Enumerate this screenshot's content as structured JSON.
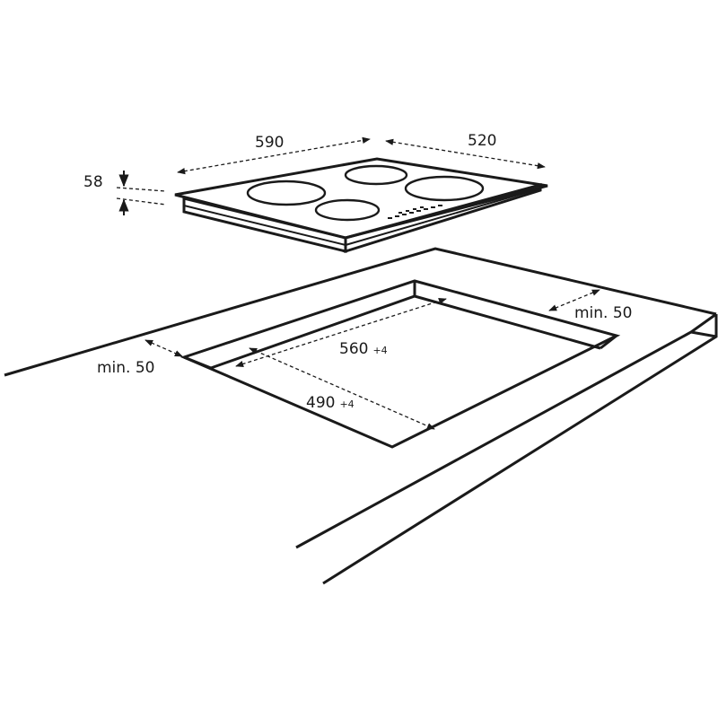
{
  "dimensions": {
    "hob_width": "590",
    "hob_depth": "520",
    "hob_height": "58",
    "cutout_width": "560",
    "cutout_width_tol": "+4",
    "cutout_depth": "490",
    "cutout_depth_tol": "+4",
    "min_clearance_back": "min. 50",
    "min_clearance_front": "min. 50"
  },
  "colors": {
    "line": "#1a1a1a",
    "background": "#ffffff"
  }
}
